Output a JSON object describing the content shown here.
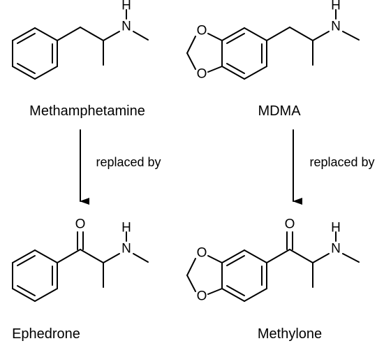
{
  "diagram": {
    "compounds": {
      "methamphetamine": {
        "name": "Methamphetamine",
        "atoms": {
          "n": "N",
          "h": "H"
        }
      },
      "mdma": {
        "name": "MDMA",
        "atoms": {
          "o1": "O",
          "o2": "O",
          "n": "N",
          "h": "H"
        }
      },
      "ephedrone": {
        "name": "Ephedrone",
        "atoms": {
          "o": "O",
          "n": "N",
          "h": "H"
        }
      },
      "methylone": {
        "name": "Methylone",
        "atoms": {
          "o1": "O",
          "o2": "O",
          "o3": "O",
          "n": "N",
          "h": "H"
        }
      }
    },
    "arrows": {
      "left": {
        "label": "replaced by"
      },
      "right": {
        "label": "replaced by"
      }
    }
  }
}
